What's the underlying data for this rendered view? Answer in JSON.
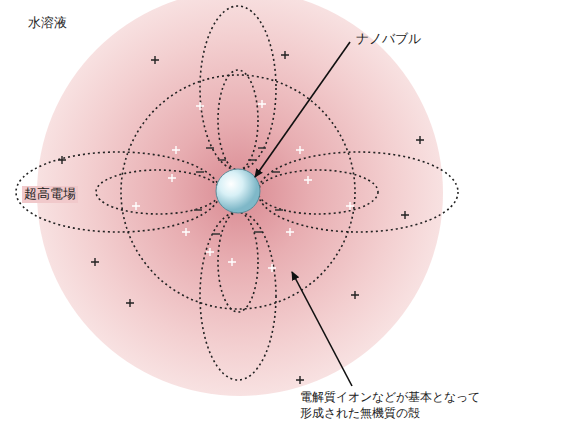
{
  "diagram": {
    "labels": [
      "水溶液",
      "ナノバブル",
      "超高電場",
      "電解質イオンなどが基本となって 形成された無機質の殻"
    ]
  }
}
